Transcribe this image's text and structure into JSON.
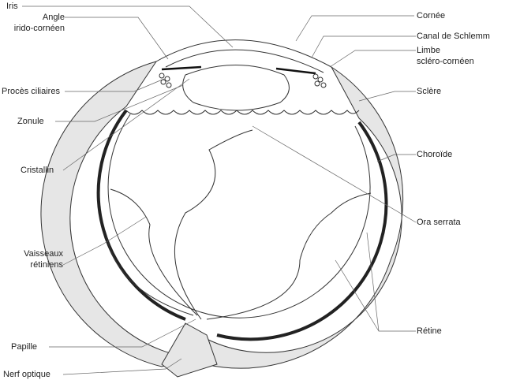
{
  "title": "",
  "labels_left": {
    "iris": "Iris",
    "angle": [
      "Angle",
      "irido-cornéen"
    ],
    "proces": "Procès ciliaires",
    "zonule": "Zonule",
    "cristallin": "Cristallin",
    "vaisseaux": [
      "Vaisseaux",
      "rétiniens"
    ],
    "papille": "Papille",
    "nerf": "Nerf optique"
  },
  "labels_right": {
    "cornee": "Cornée",
    "schlemm": "Canal de Schlemm",
    "limbe": [
      "Limbe",
      "scléro-cornéen"
    ],
    "sclere": "Sclère",
    "choroide": "Choroïde",
    "ora": "Ora serrata",
    "retine": "Rétine"
  },
  "colors": {
    "line": "#333333",
    "sclera_fill": "#e6e6e6",
    "choroid": "#222222"
  }
}
